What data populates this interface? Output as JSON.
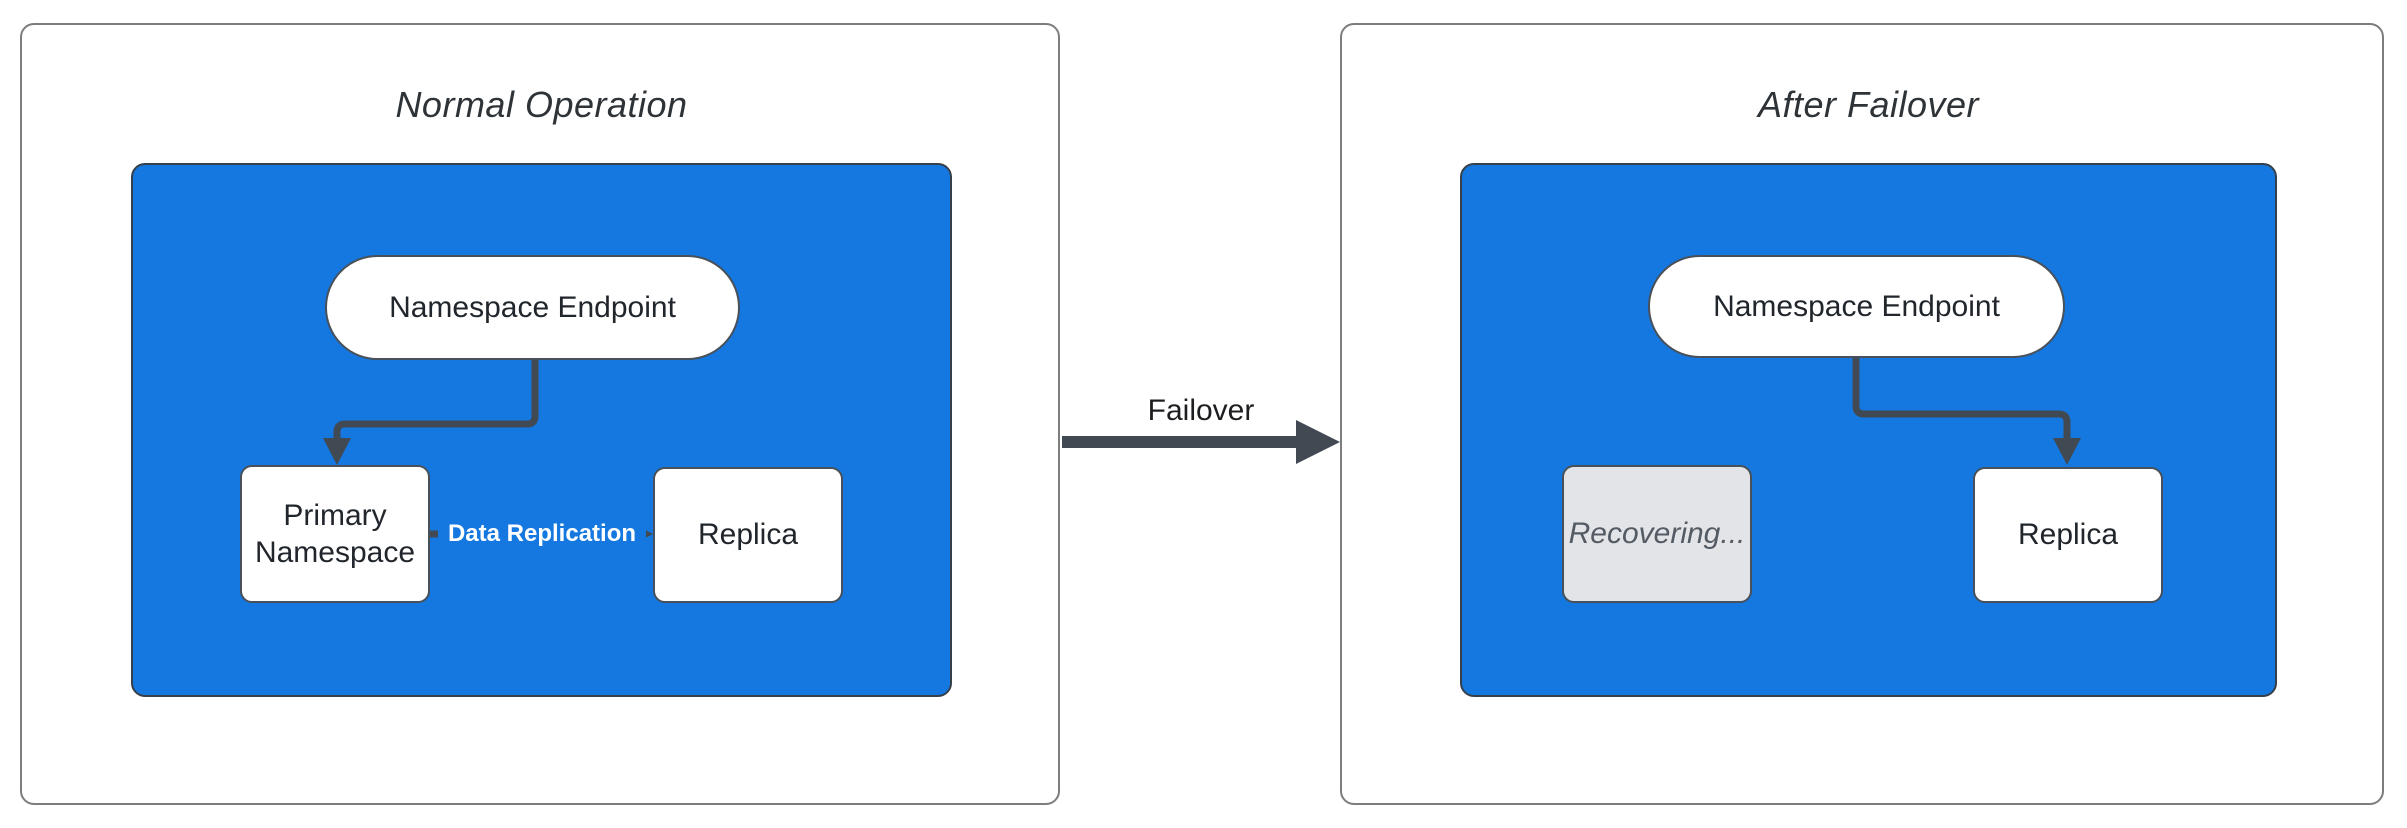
{
  "panels": [
    {
      "title": "Normal Operation",
      "endpoint": "Namespace Endpoint",
      "primary": "Primary Namespace",
      "replica": "Replica",
      "edge_label": "Data Replication"
    },
    {
      "title": "After Failover",
      "endpoint": "Namespace Endpoint",
      "recovering": "Recovering...",
      "replica": "Replica"
    }
  ],
  "transition": {
    "label": "Failover"
  },
  "colors": {
    "subgraph_fill": "#1578e0",
    "subgraph_border": "#35404b",
    "node_border": "#485059",
    "edge": "#414953",
    "recovering_fill": "#e2e4e7",
    "recovering_text": "#545b64",
    "panel_border": "#7d7d7d",
    "title_text": "#2e3338",
    "node_text": "#21262c"
  }
}
